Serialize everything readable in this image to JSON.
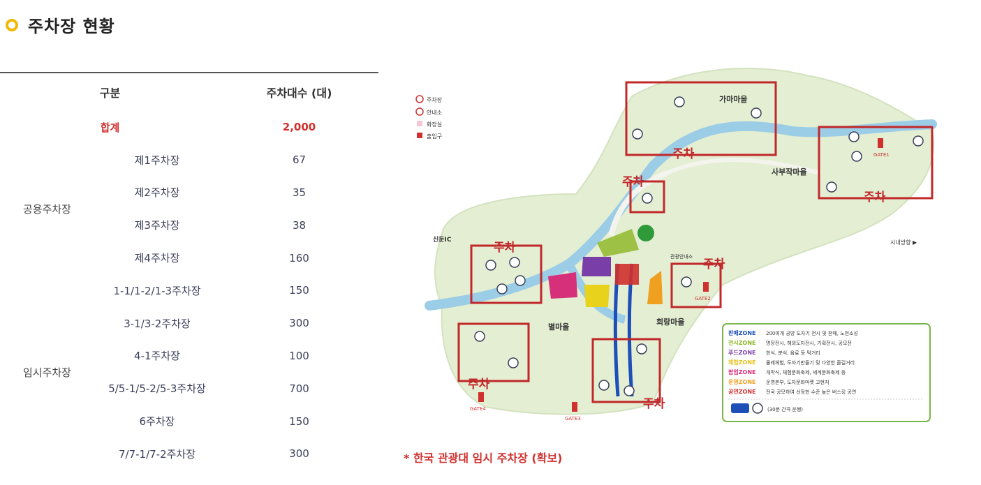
{
  "heading": "주차장 현황",
  "table": {
    "headers": [
      "구분",
      "주차대수 (대)"
    ],
    "total": {
      "label": "합계",
      "count": "2,000"
    },
    "groups": [
      {
        "label": "공용주차장",
        "rows": [
          {
            "name": "제1주차장",
            "count": "67"
          },
          {
            "name": "제2주차장",
            "count": "35"
          },
          {
            "name": "제3주차장",
            "count": "38"
          },
          {
            "name": "제4주차장",
            "count": "160"
          }
        ]
      },
      {
        "label": "임시주차장",
        "rows": [
          {
            "name": "1-1/1-2/1-3주차장",
            "count": "150"
          },
          {
            "name": "3-1/3-2주차장",
            "count": "300"
          },
          {
            "name": "4-1주차장",
            "count": "100"
          },
          {
            "name": "5/5-1/5-2/5-3주차장",
            "count": "700"
          },
          {
            "name": "6주차장",
            "count": "150"
          },
          {
            "name": "7/7-1/7-2주차장",
            "count": "300"
          }
        ]
      }
    ]
  },
  "map": {
    "legend_top": [
      "주차장",
      "안내소",
      "화장실",
      "출입구"
    ],
    "villages": [
      "가마마을",
      "사부작마을",
      "별마을",
      "회랑마을"
    ],
    "parking_label": "주차",
    "places": {
      "ic": "신둔IC",
      "city": "시내방향 ▶",
      "info": "관광안내소"
    },
    "gates": [
      "GATE1",
      "GATE2",
      "GATE3",
      "GATE4"
    ],
    "zones": [
      {
        "name": "판매ZONE",
        "desc": "200여개 공방 도자기 전시 및 판매, 노천소성",
        "color": "#1e4fb8"
      },
      {
        "name": "전시ZONE",
        "desc": "명장전시, 해외도자전시, 기획전시, 공모전",
        "color": "#8ab520"
      },
      {
        "name": "푸드ZONE",
        "desc": "한식, 분식, 음료 등 먹거리",
        "color": "#7a3ea8"
      },
      {
        "name": "체험ZONE",
        "desc": "물레체험, 도자기만들기 및 다양한 즐길거리",
        "color": "#e8d21c"
      },
      {
        "name": "팝업ZONE",
        "desc": "개막식, 체험문화축제, 세계문화축제 등",
        "color": "#d6307a"
      },
      {
        "name": "운영ZONE",
        "desc": "운영본부, 도자문화마켓 고현처",
        "color": "#f0a020"
      },
      {
        "name": "공연ZONE",
        "desc": "전국 공모하여 선정한 수준 높은 버스킹 공연",
        "color": "#d0302e"
      }
    ],
    "shuttle": "(30분 간격 운행)"
  },
  "note": "* 한국 관광대 임시 주차장 (확보)"
}
